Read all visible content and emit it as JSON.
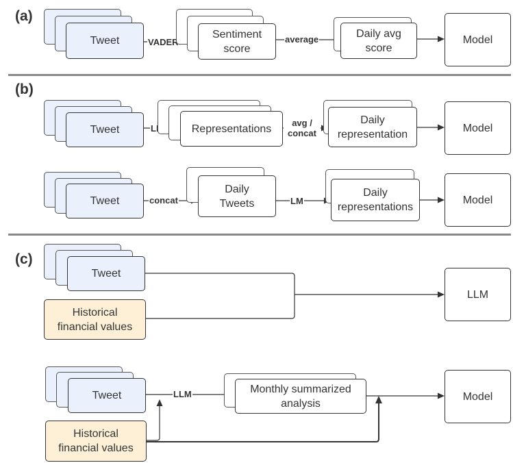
{
  "sections": {
    "a": "(a)",
    "b": "(b)",
    "c": "(c)"
  },
  "panel_a": {
    "tweet": "Tweet",
    "vader": "VADER",
    "sentiment_line1": "Sentiment",
    "sentiment_line2": "score",
    "average": "average",
    "daily_avg_line1": "Daily avg",
    "daily_avg_line2": "score",
    "model": "Model"
  },
  "panel_b1": {
    "tweet": "Tweet",
    "lm": "LM",
    "representations": "Representations",
    "avg_line1": "avg /",
    "avg_line2": "concat",
    "daily_rep_line1": "Daily",
    "daily_rep_line2": "representation",
    "model": "Model"
  },
  "panel_b2": {
    "tweet": "Tweet",
    "concat": "concat",
    "daily_tweets_line1": "Daily",
    "daily_tweets_line2": "Tweets",
    "lm": "LM",
    "daily_reps_line1": "Daily",
    "daily_reps_line2": "representations",
    "model": "Model"
  },
  "panel_c1": {
    "tweet": "Tweet",
    "hist_line1": "Historical",
    "hist_line2": "financial values",
    "llm_box": "LLM"
  },
  "panel_c2": {
    "tweet": "Tweet",
    "hist_line1": "Historical",
    "hist_line2": "financial values",
    "llm_label": "LLM",
    "monthly_line1": "Monthly summarized",
    "monthly_line2": "analysis",
    "model": "Model"
  },
  "colors": {
    "tweet_fill": "#eaf1fd",
    "historical_fill": "#fdf0d7",
    "stroke": "#333333",
    "divider": "#888888"
  }
}
